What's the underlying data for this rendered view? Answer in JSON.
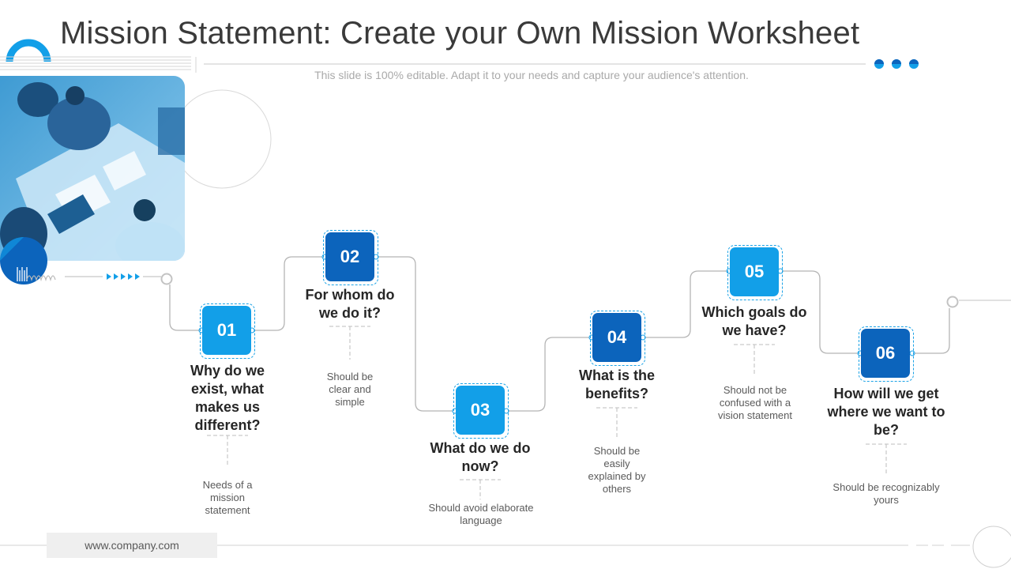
{
  "slide": {
    "title": "Mission Statement: Create your Own Mission Worksheet",
    "subtitle": "This slide is 100% editable. Adapt it to your needs and capture your audience's attention.",
    "footer_url": "www.company.com"
  },
  "colors": {
    "light_blue": "#129fe8",
    "dark_blue": "#0c64bc",
    "connector_gray": "#b5b5b5",
    "title_text": "#3a3a3a"
  },
  "steps": [
    {
      "number": "01",
      "question": "Why do we exist, what makes us different?",
      "description": "Needs of a mission statement",
      "tone": "light"
    },
    {
      "number": "02",
      "question": "For whom do we do it?",
      "description": "Should be clear and simple",
      "tone": "dark"
    },
    {
      "number": "03",
      "question": "What do we do now?",
      "description": "Should avoid elaborate language",
      "tone": "light"
    },
    {
      "number": "04",
      "question": "What is the benefits?",
      "description": "Should be easily explained by others",
      "tone": "dark"
    },
    {
      "number": "05",
      "question": "Which goals do we have?",
      "description": "Should not be confused with a vision statement",
      "tone": "light"
    },
    {
      "number": "06",
      "question": "How will we get where we want to be?",
      "description": "Should be recognizably yours",
      "tone": "dark"
    }
  ]
}
